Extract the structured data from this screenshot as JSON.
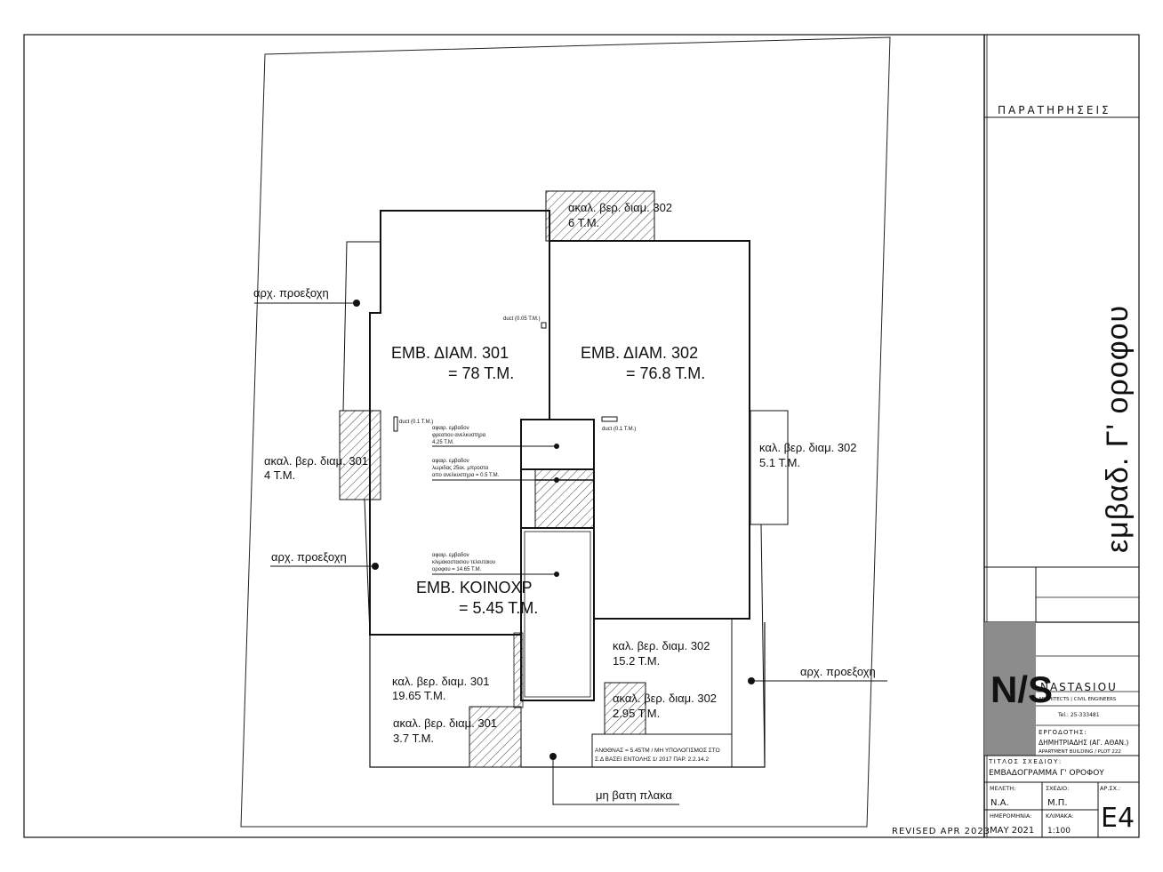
{
  "rooms": {
    "apt301_title": "ΕΜΒ.  ΔΙΑΜ. 301",
    "apt301_area": "= 78 Τ.Μ.",
    "apt302_title": "ΕΜΒ.  ΔΙΑΜ. 302",
    "apt302_area": "= 76.8 Τ.Μ.",
    "common_title": "ΕΜΒ.  ΚΟΙΝΟΧΡ",
    "common_area": "= 5.45 Τ.Μ."
  },
  "balconies": {
    "uncov302_top_name": "ακαλ. βερ. διαμ. 302",
    "uncov302_top_area": "6 Τ.Μ.",
    "uncov301_left_name": "ακαλ. βερ. διαμ. 301",
    "uncov301_left_area": "4 Τ.Μ.",
    "cov302_right_name": "καλ. βερ. διαμ. 302",
    "cov302_right_area": "5.1 Τ.Μ.",
    "cov302_bottom_name": "καλ. βερ. διαμ. 302",
    "cov302_bottom_area": "15.2 Τ.Μ.",
    "cov301_bottom_name": "καλ. βερ. διαμ. 301",
    "cov301_bottom_area": "19.65 Τ.Μ.",
    "uncov301_bottom_name": "ακαλ. βερ. διαμ. 301",
    "uncov301_bottom_area": "3.7 Τ.Μ.",
    "uncov302_bottom_name": "ακαλ. βερ. διαμ. 302",
    "uncov302_bottom_area": "2.95 Τ.Μ."
  },
  "callouts": {
    "projection_1": "αρχ. προεξοχη",
    "projection_2": "αρχ. προεξοχη",
    "projection_3": "αρχ. προεξοχη",
    "slab": "μη βατη πλακα"
  },
  "small_notes": {
    "duct_a": "duct (0.05 T.M.)",
    "duct_b": "duct (0.1 T.M.)",
    "duct_c": "duct (0.1 T.M.)",
    "note1_l1": "αφαιρ. εμβαδον",
    "note1_l2": "φρεατιου ανελκυστηρα",
    "note1_l3": "4.25 Τ.Μ.",
    "note2_l1": "αφαιρ. εμβαδον",
    "note2_l2": "λωριδας 25εκ. μπροστα",
    "note2_l3": "απο ανελκυστηρα = 0.5 Τ.Μ.",
    "note3_l1": "αφαιρ. εμβαδον",
    "note3_l2": "κλιμακοστασιου τελευταιου",
    "note3_l3": "οροφου = 14.65 Τ.Μ.",
    "athens_l1": "ΑΝΘΘΝΑΣ = 5.45ΤΜ / ΜΗ ΥΠΟΛΟΓΙΣΜΟΣ ΣΤΟ",
    "athens_l2": "Σ.Δ ΒΑΣΕΙ ΕΝΤΟΛΗΣ 1/ 2017 ΠΑΡ. 2.2.14.2"
  },
  "revised": "REVISED APR 2023",
  "title_block": {
    "remarks": "ΠΑΡΑΤΗΡΗΣΕΙΣ",
    "vertical_title": "εμβαδ. Γ' οροφου",
    "logo_mark": "N/S",
    "firm_name": "NASTASIOU",
    "firm_tagline": "ARCHITECTS | CIVIL ENGINEERS",
    "firm_tel": "Tel.: 25-333481",
    "owner_label": "ΕΡΓΟΔΟΤΗΣ:",
    "owner_name": "ΔΗΜΗΤΡΙΑΔΗΣ (ΑΓ. ΑΘΑΝ.)",
    "project": "APARTMENT BUILDING / PLOT 222",
    "drawing_title_label": "ΤΙΤΛΟΣ ΣΧΕΔΙΟΥ:",
    "drawing_title": "ΕΜΒΑΔΟΓΡΑΜΜΑ Γ' ΟΡΟΦΟΥ",
    "study_label": "ΜΕΛΕΤΗ:",
    "study_value": "Ν.Α.",
    "drawn_label": "ΣΧΕΔΙΟ:",
    "drawn_value": "Μ.Π.",
    "number_label": "ΑΡ.ΣΧ.:",
    "number_value": "Ε4",
    "date_label": "ΗΜΕΡΟΜΗΝΙΑ:",
    "date_value": "ΜΑΥ 2021",
    "scale_label": "ΚΛΙΜΑΚΑ:",
    "scale_value": "1:100"
  },
  "colors": {
    "line": "#111111",
    "logo_bg": "#8c8c8c",
    "hatch": "#444444"
  }
}
